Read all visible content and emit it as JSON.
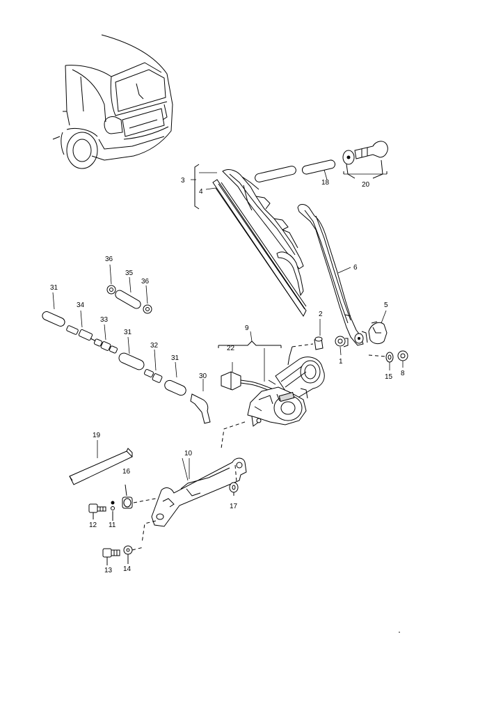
{
  "labels": {
    "l1": "1",
    "l2": "2",
    "l3": "3",
    "l4": "4",
    "l5": "5",
    "l6": "6",
    "l8": "8",
    "l9": "9",
    "l10": "10",
    "l11": "11",
    "l12": "12",
    "l13": "13",
    "l14": "14",
    "l15": "15",
    "l16": "16",
    "l17": "17",
    "l18": "18",
    "l19": "19",
    "l20": "20",
    "l22": "22",
    "l30": "30",
    "l31a": "31",
    "l31b": "31",
    "l31c": "31",
    "l32": "32",
    "l33": "33",
    "l34": "34",
    "l35": "35",
    "l36a": "36",
    "l36b": "36"
  },
  "icons": {
    "vehicle": "rear-vehicle-icon",
    "wiper_blade": "wiper-blade-icon",
    "wiper_arm": "wiper-arm-icon",
    "motor": "wiper-motor-icon"
  }
}
